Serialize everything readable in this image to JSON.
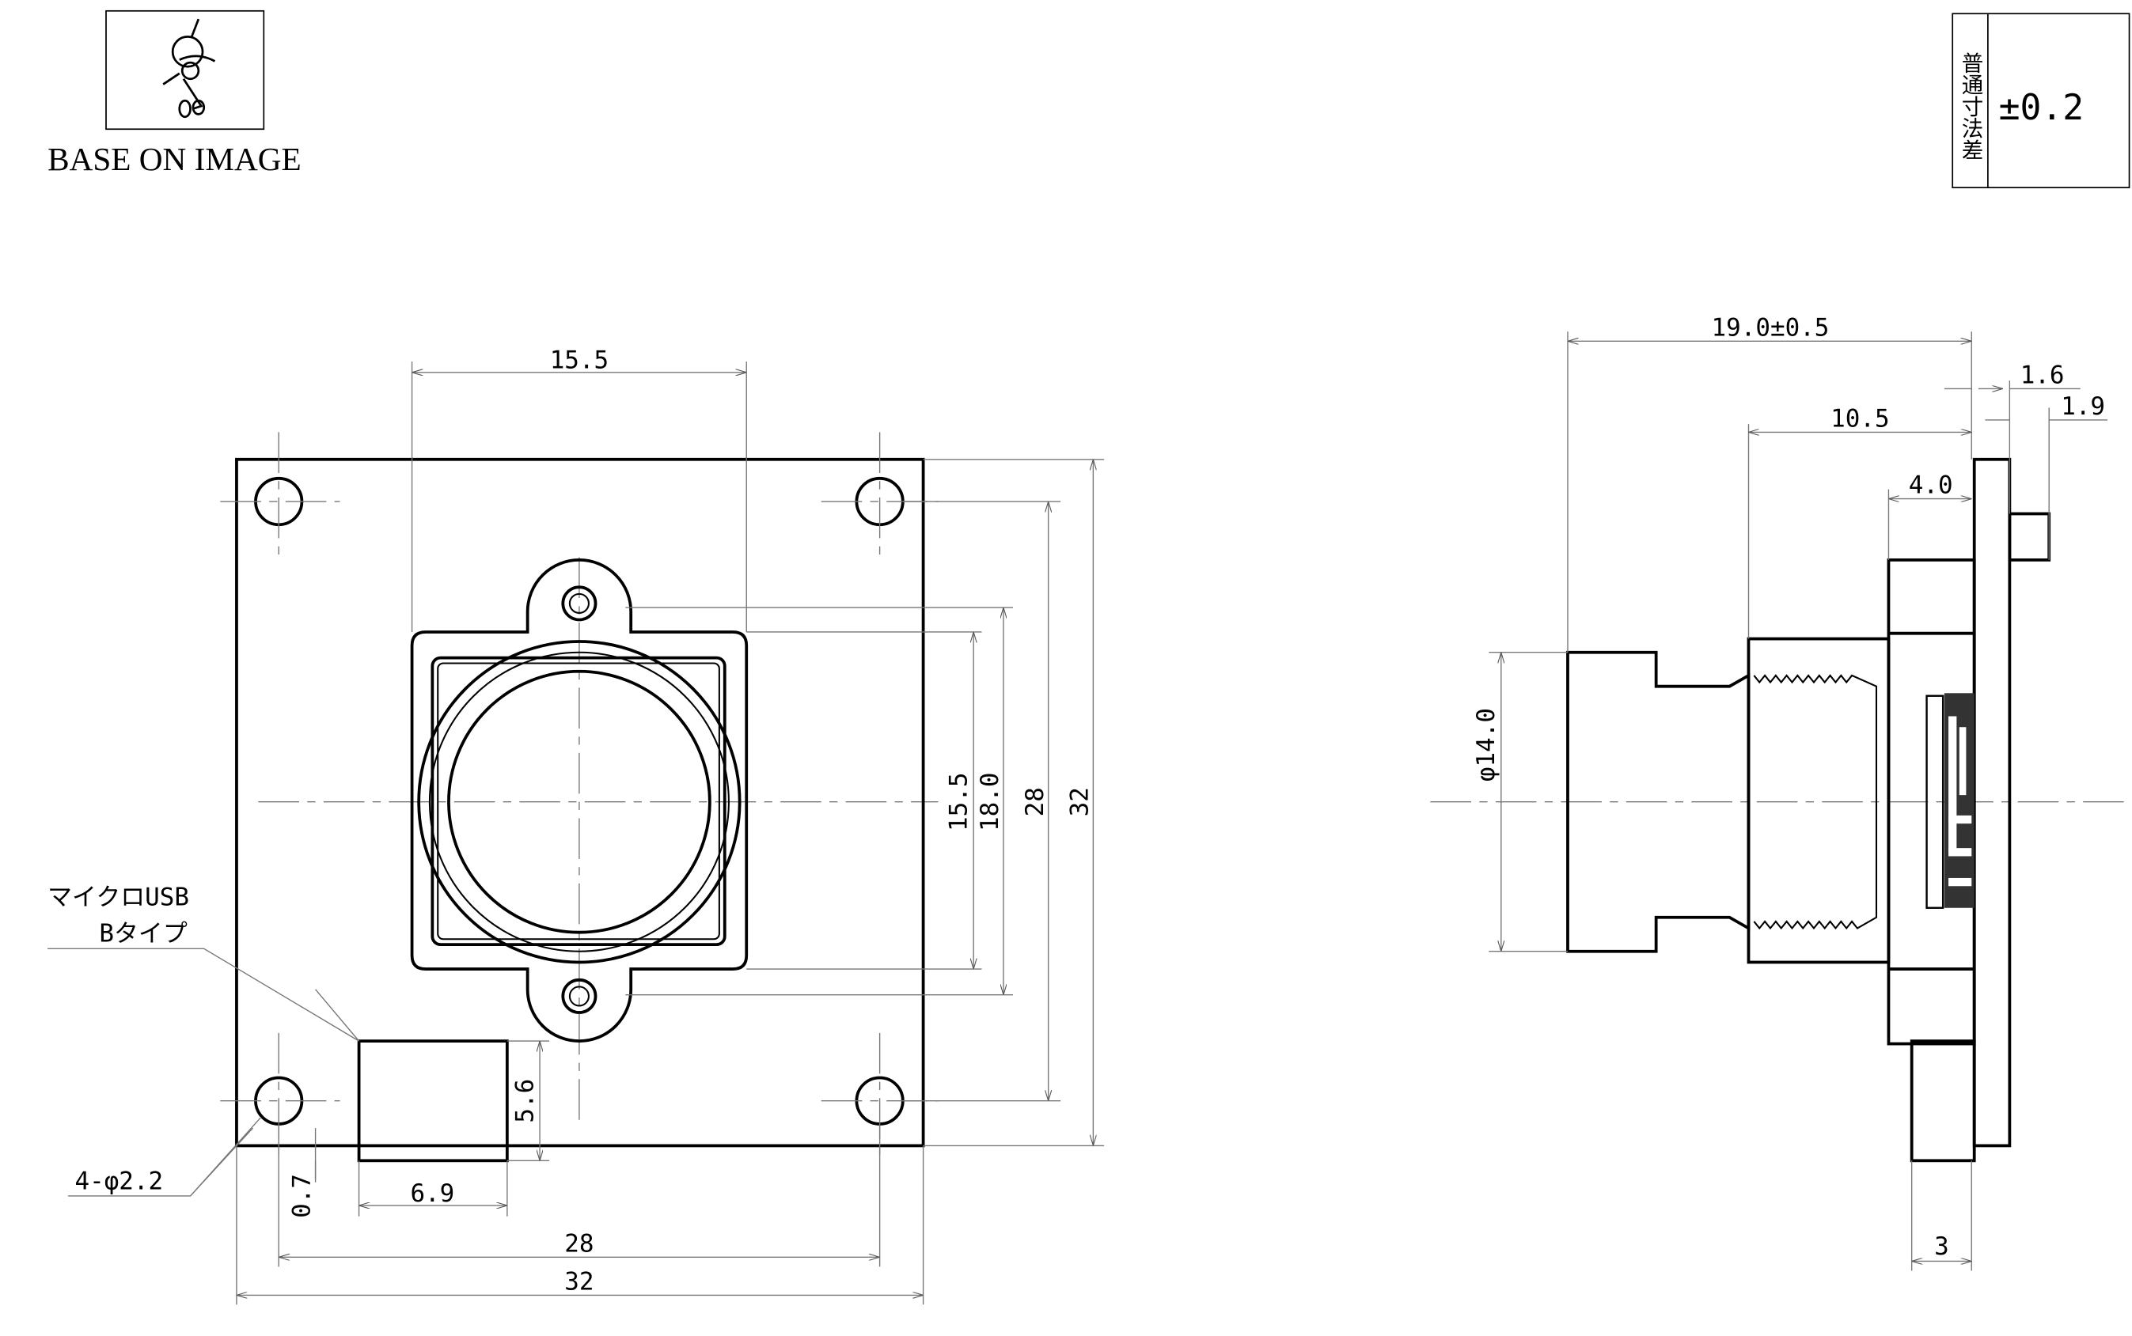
{
  "title_block": {
    "logo_caption": "BASE ON IMAGE",
    "tolerance_label": "普通寸法差",
    "tolerance_value": "±0.2"
  },
  "front_view": {
    "dims": {
      "top_width": "15.5",
      "inner_height": "15.5",
      "holder_height": "18.0",
      "hole_pitch_v": "28",
      "board_height": "32",
      "usb_height": "5.6",
      "usb_offset": "0.7",
      "usb_width": "6.9",
      "hole_pitch_h": "28",
      "board_width": "32"
    },
    "notes": {
      "usb_line1": "マイクロUSB",
      "usb_line2": "Bタイプ",
      "holes": "4-φ2.2"
    }
  },
  "side_view": {
    "dims": {
      "overall": "19.0±0.5",
      "pcb_thick": "1.6",
      "conn": "1.9",
      "holder": "10.5",
      "base": "4.0",
      "lens_dia": "φ14.0",
      "usb_depth": "3"
    }
  }
}
